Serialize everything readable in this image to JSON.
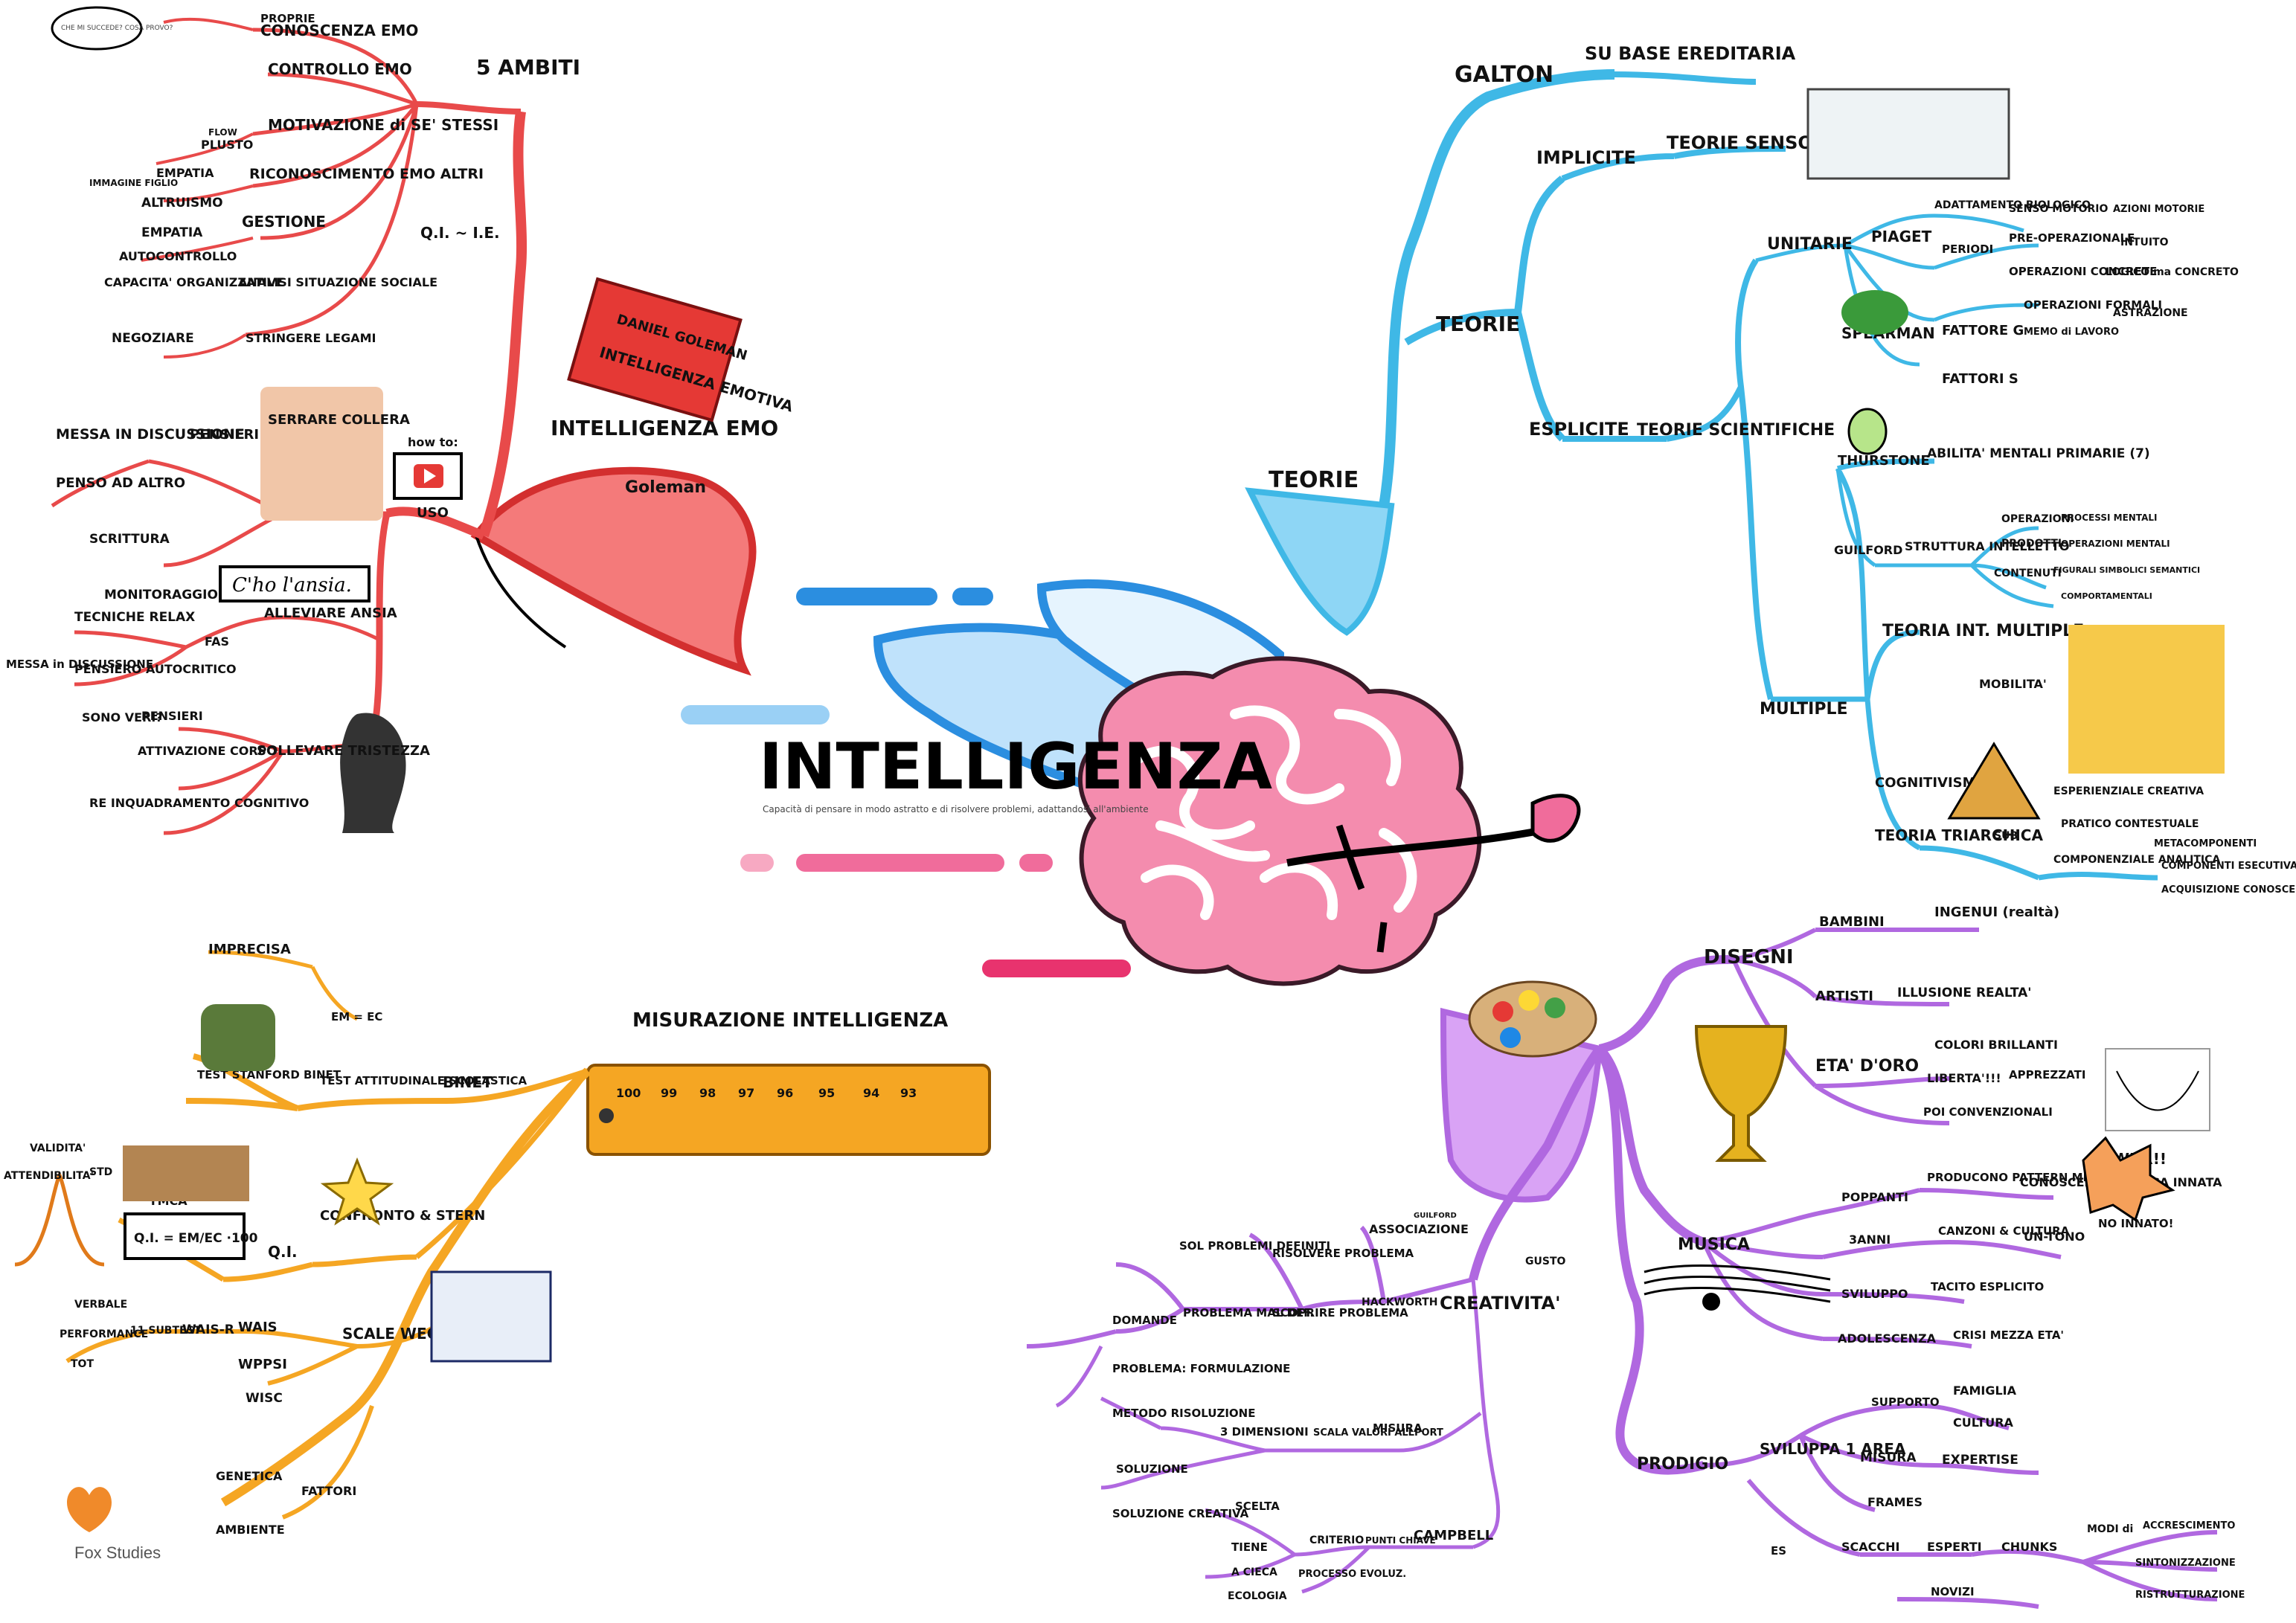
{
  "title": "INTELLIGENZA",
  "subtitle": "Capacità di pensare in modo astratto e di risolvere problemi, adattandosi all'ambiente",
  "colors": {
    "emo": "#e84a4a",
    "theory": "#3fb8e6",
    "measure": "#f5a623",
    "creative": "#b068e0",
    "brain": "#f06c9b",
    "wing": "#2b8ee0"
  },
  "branches": {
    "emo": {
      "main": "INTELLIGENZA EMO",
      "author": "Goleman",
      "book": {
        "author": "DANIEL GOLEMAN",
        "title": "INTELLIGENZA EMOTIVA"
      },
      "five": "5 AMBITI",
      "qi": "Q.I. ~ I.E.",
      "items": [
        "PROPRIE",
        "CONOSCENZA EMO",
        "CONTROLLO EMO",
        "MOTIVAZIONE di SE' STESSI",
        "RICONOSCIMENTO EMO ALTRI",
        "GESTIONE",
        "EMPATIA",
        "ALTRUISMO",
        "EMPATIA",
        "AUTOCONTROLLO",
        "CAPACITA' ORGANIZZATIVE",
        "ANALISI SITUAZIONE SOCIALE",
        "NEGOZIARE",
        "STRINGERE LEGAMI",
        "FLOW",
        "PLUSTO",
        "IMMAGINE FIGLIO",
        "CHE MI SUCCEDE? COSA PROVO?"
      ],
      "uso": "USO",
      "howto": "how to:",
      "ansia": "C'ho l'ansia.",
      "bite": "SERRARE COLLERA",
      "other": [
        "MESSA IN DISCUSSIONE",
        "PENSIERI",
        "PENSO AD ALTRO",
        "SCRITTURA",
        "MONITORAGGIO",
        "TECNICHE RELAX",
        "ALLEVIARE ANSIA",
        "FAS",
        "MESSA in DISCUSSIONE",
        "PENSIERO AUTOCRITICO",
        "SONO VERI?",
        "PENSIERI",
        "ATTIVAZIONE CORPO",
        "SOLLEVARE TRISTEZZA",
        "RE INQUADRAMENTO COGNITIVO"
      ]
    },
    "theory": {
      "main": "TEORIE",
      "galton": "GALTON",
      "galton_sub": "SU BASE EREDITARIA",
      "teorie": "TEORIE",
      "implicite": "IMPLICITE",
      "senso": "TEORIE SENSO COMUNE",
      "esplicite": "ESPLICITE",
      "scientifiche": "TEORIE SCIENTIFICHE",
      "unitarie": "UNITARIE",
      "piaget": "PIAGET",
      "piaget_items": [
        "ADATTAMENTO BIOLOGICO",
        "SENSO MOTORIO",
        "AZIONI MOTORIE",
        "PERIODI",
        "PRE-OPERAZIONALE",
        "INTUITO",
        "OPERAZIONI CONCRETE",
        "LOGICO ma CONCRETO",
        "OPERAZIONI FORMALI",
        "ASTRAZIONE"
      ],
      "spearman": "SPEARMAN",
      "fattore_g": "FATTORE G",
      "fattori_s": "FATTORI S",
      "memo": "MEMO di LAVORO",
      "multiple": "MULTIPLE",
      "thurstone": "THURSTONE",
      "abilita": "ABILITA' MENTALI PRIMARIE (7)",
      "guilford": "GUILFORD",
      "struttura": "STRUTTURA INTELLETTO",
      "guilford_items": [
        "OPERAZIONI",
        "PRODOTTI",
        "CONTENUTI",
        "PROCESSI MENTALI",
        "OPERAZIONI MENTALI",
        "FIGURALI SIMBOLICI SEMANTICI",
        "COMPORTAMENTALI"
      ],
      "gardner": "TEORIA INT. MULTIPLE",
      "mobilita": "MOBILITA'",
      "cognitivismo": "COGNITIVISMO",
      "triarchica": "TEORIA TRIARCHICA",
      "tri_items": [
        "ESPERIENZIALE CREATIVA",
        "PRATICO CONTESTUALE",
        "COMPONENZIALE ANALITICA",
        "METACOMPONENTI",
        "COMPONENTI ESECUTIVA",
        "ACQUISIZIONE CONOSCENZE",
        "SUB"
      ]
    },
    "measure": {
      "main": "MISURAZIONE INTELLIGENZA",
      "ruler": [
        "100",
        "99",
        "98",
        "97",
        "96",
        "95",
        "94",
        "93"
      ],
      "imprecisa": "IMPRECISA",
      "binet": "BINET",
      "test_stanford": "TEST STANFORD BINET",
      "test_att": "TEST ATTITUDINALE SCOLASTICA",
      "em_ec": "EM = EC",
      "confronto": "CONFRONTO & STERN",
      "qi": "Q.I.",
      "formula": "Q.I. = EM/EC ·100",
      "ymca": "YMCA",
      "validita": "VALIDITA'",
      "attendibilita": "ATTENDIBILITA'",
      "std": "STD",
      "verbale": "VERBALE",
      "performance": "PERFORMANCE",
      "tot": "TOT",
      "subtest": "11 SUBTEST",
      "waisr": "WAIS-R",
      "wais": "WAIS",
      "wppsi": "WPPSI",
      "wisc": "WISC",
      "scale": "SCALE WECHSLER",
      "genetica": "GENETICA",
      "fattori": "FATTORI",
      "ambiente": "AMBIENTE",
      "brand": "Fox Studies"
    },
    "creative": {
      "disegni": "DISEGNI",
      "bambini": "BAMBINI",
      "ingenui": "INGENUI (realtà)",
      "artisti": "ARTISTI",
      "illusione": "ILLUSIONE REALTA'",
      "eta_oro": "ETA' D'ORO",
      "colori": "COLORI BRILLANTI",
      "liberta": "LIBERTA'!!!",
      "apprezzati": "APPREZZATI",
      "convenzionali": "POI CONVENZIONALI",
      "musica": "MUSICA",
      "poppanti": "POPPANTI",
      "pattern": "PRODUCONO PATTERN MELODICI",
      "conoscenza": "CONOSCENZA MUSICA INNATA",
      "wow": "WUR!!",
      "anni3": "3ANNI",
      "canzoni": "CANZONI & CULTURA",
      "untono": "UN-TONO",
      "noinnato": "NO INNATO!",
      "sviluppo": "SVILUPPO",
      "tacito": "TACITO ESPLICITO",
      "adolescenza": "ADOLESCENZA",
      "crisi": "CRISI MEZZA ETA'",
      "creativita": "CREATIVITA'",
      "associazione": "ASSOCIAZIONE",
      "guilford": "GUILFORD",
      "gusto": "GUSTO",
      "sol_problemi": "SOL PROBLEMI DEFINITI",
      "risolvere": "RISOLVERE PROBLEMA",
      "scoprire": "SCOPRIRE PROBLEMA",
      "hackworth": "HACKWORTH",
      "domande": "DOMANDE",
      "problema_mal": "PROBLEMA MAL DEF.",
      "formulazione": "PROBLEMA: FORMULAZIONE",
      "metodo": "METODO RISOLUZIONE",
      "soluzione": "SOLUZIONE",
      "dimensioni": "3 DIMENSIONI",
      "scala": "SCALA VALORI ALLPORT",
      "misura": "MISURA",
      "sol_creativa": "SOLUZIONE CREATIVA",
      "scelta": "SCELTA",
      "tiene": "TIENE",
      "criterio": "CRITERIO",
      "campbell": "CAMPBELL",
      "punti": "PUNTI CHIAVE",
      "cieca": "A CIECA",
      "processo": "PROCESSO EVOLUZ.",
      "ecologia": "ECOLOGIA",
      "prodigio": "PRODIGIO",
      "sviluppa": "SVILUPPA 1 AREA",
      "supporto": "SUPPORTO",
      "famiglia": "FAMIGLIA",
      "cultura": "CULTURA",
      "misura2": "MISURA",
      "expertise": "EXPERTISE",
      "frames": "FRAMES",
      "scacchi": "SCACCHI",
      "esperti": "ESPERTI",
      "chunks": "CHUNKS",
      "novizi": "NOVIZI",
      "modi": "MODI di",
      "accrescimento": "ACCRESCIMENTO",
      "sintonizzazione": "SINTONIZZAZIONE",
      "ristrutturazione": "RISTRUTTURAZIONE",
      "es": "ES"
    }
  }
}
